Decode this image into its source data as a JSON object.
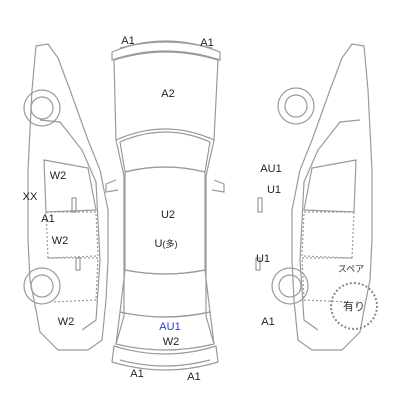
{
  "labels": {
    "front_bumper_left": "A1",
    "front_bumper_right": "A1",
    "hood": "A2",
    "roof": "U2",
    "roof_sub": "U",
    "roof_sub_note": "(多)",
    "trunk_blue": "AU1",
    "trunk": "W2",
    "rear_bumper_left": "A1",
    "rear_bumper_right": "A1",
    "left_front_door": "W2",
    "left_rear_door": "W2",
    "left_sill": "A1",
    "left_side": "XX",
    "left_rear_quarter": "W2",
    "right_front_door_1": "AU1",
    "right_front_door_2": "U1",
    "right_rear_door": "U1",
    "right_rear_quarter": "A1"
  },
  "spare": {
    "title": "スペア",
    "value": "有り"
  }
}
